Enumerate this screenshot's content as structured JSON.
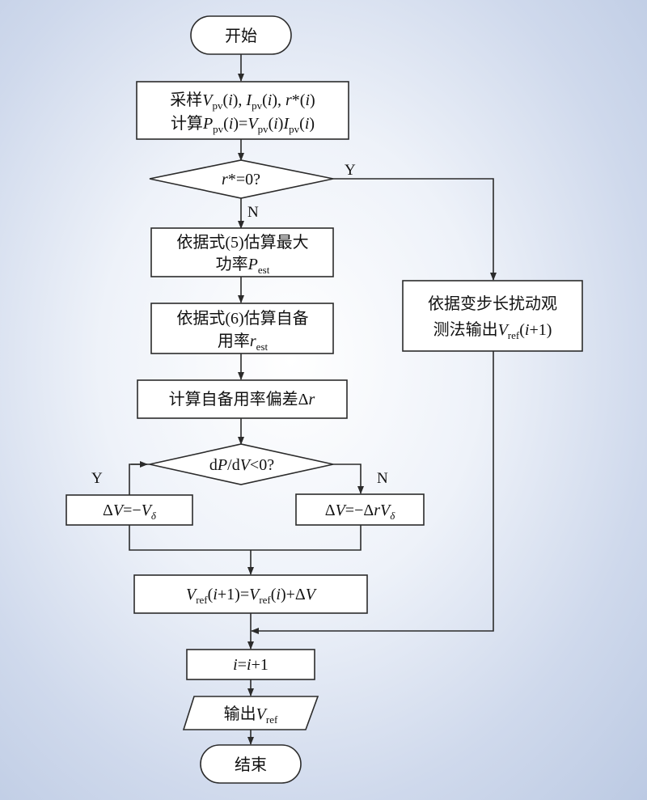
{
  "nodes": {
    "start": "开始",
    "sample_prefix": "采样",
    "sample_vpv": "V",
    "sample_pv_sub": "pv",
    "sample_i_arg": "(i), ",
    "sample_ipv": "I",
    "sample_r": "r",
    "sample_r_tail": "*(i)",
    "calc_prefix": "计算",
    "calc_p": "P",
    "calc_eq": "(i)=",
    "calc_i": "(i)",
    "decision_r": "r",
    "decision_r_tail": "*=0?",
    "est_power_line1": "依据式(5)估算最大",
    "est_power_line2": "功率",
    "est_sub": "est",
    "est_rate_line1": "依据式(6)估算自备",
    "est_rate_line2": "用率",
    "calc_dev": "计算自备用率偏差Δ",
    "decision_dp": "dP/dV<0?",
    "dv_neg": "ΔV=−V",
    "delta_sub": "δ",
    "dv_neg_dr": "ΔV=−ΔrV",
    "pos_line1": "依据变步长扰动观",
    "pos_line2": "测法输出",
    "ref_sub": "ref",
    "pos_tail": "(i+1)",
    "vref_update": "(i+1)=V",
    "vref_update_tail": "(i)+ΔV",
    "increment": "i=i+1",
    "output_prefix": "输出",
    "end": "结束"
  },
  "labels": {
    "yes": "Y",
    "no": "N"
  }
}
